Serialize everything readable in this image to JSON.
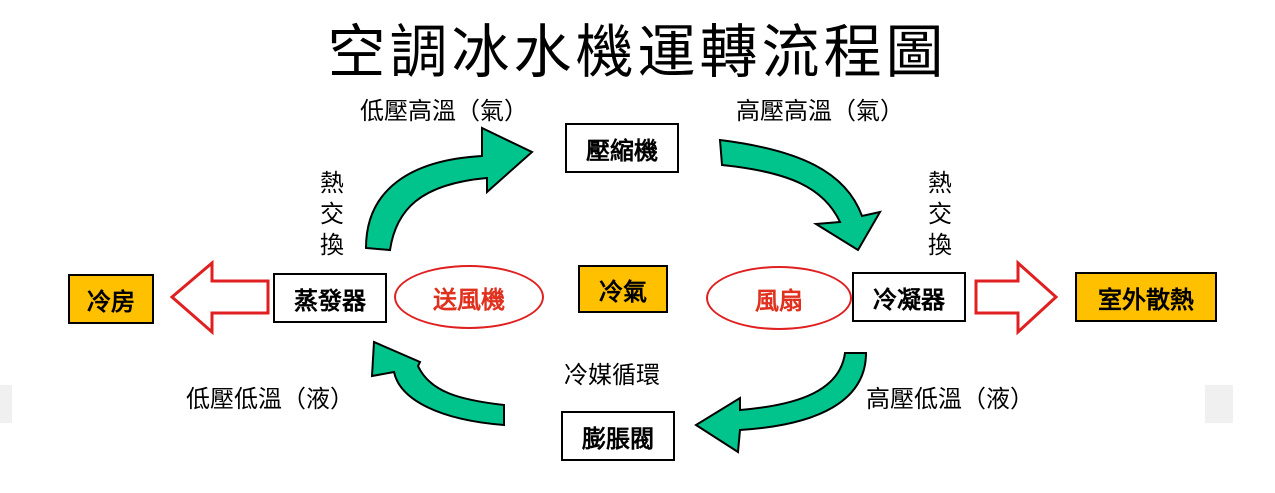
{
  "title": "空調冰水機運轉流程圖",
  "states": {
    "top_left": "低壓高溫（氣）",
    "top_right": "高壓高溫（氣）",
    "bottom_left": "低壓低溫（液）",
    "bottom_right": "高壓低溫（液）"
  },
  "heat_exchange_left": [
    "熱",
    "交",
    "換"
  ],
  "heat_exchange_right": [
    "熱",
    "交",
    "換"
  ],
  "components": {
    "compressor": "壓縮機",
    "evaporator": "蒸發器",
    "condenser": "冷凝器",
    "expansion_valve": "膨脹閥"
  },
  "fans": {
    "blower": "送風機",
    "fan": "風扇"
  },
  "outputs": {
    "cooling": "冷房",
    "cold_air": "冷氣",
    "outdoor_heat": "室外散熱"
  },
  "cycle_label": "冷媒循環",
  "colors": {
    "flow_arrow": "#00c48c",
    "outline_arrow": "#e02020",
    "highlight_box": "#ffc000",
    "fan_text": "#e0301e"
  }
}
